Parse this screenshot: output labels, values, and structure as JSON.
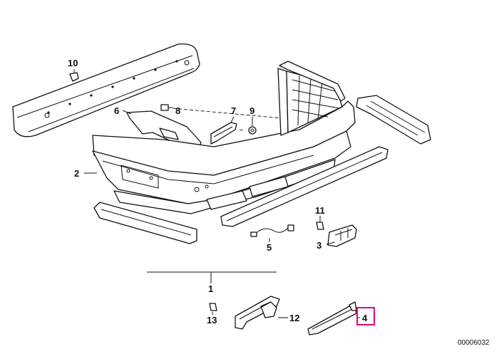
{
  "labels": {
    "p1": "1",
    "p2": "2",
    "p3": "3",
    "p4": "4",
    "p5": "5",
    "p6": "6",
    "p7": "7",
    "p8": "8",
    "p9": "9",
    "p10": "10",
    "p11": "11",
    "p12": "12",
    "p13": "13"
  },
  "diagram_id": "00006032",
  "highlight": {
    "part": "4",
    "color": "#e6007e"
  }
}
